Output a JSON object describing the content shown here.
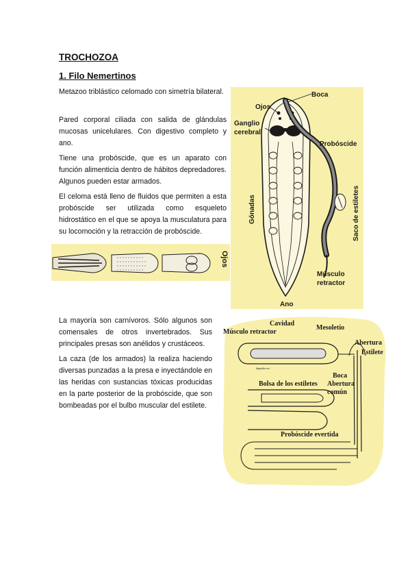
{
  "title": "TROCHOZOA",
  "section": "1. Filo Nemertinos",
  "paragraphs": [
    "Metazoo triblástico celomado con simetría bilateral.",
    "Pared corporal ciliada con salida de glándulas mucosas unicelulares. Con digestivo completo y ano.",
    "Tiene una probóscide, que es un aparato con función alimenticia dentro de hábitos depredadores. Algunos pueden estar armados.",
    "El celoma está lleno de fluidos que permiten a esta probóscide ser utilizada como esqueleto hidrostático en el que se apoya la musculatura para su locomoción y la retracción de probóscide.",
    "La mayoría son carnívoros. Sólo algunos son comensales de otros invertebrados. Sus principales presas son anélidos y crustáceos.",
    "La caza (de los armados) la realiza haciendo diversas punzadas a la presa e inyectándole en las heridas con sustancias tóxicas producidas en la parte posterior de la probóscide, que son bombeadas por el bulbo muscular del estilete."
  ],
  "figure_body": {
    "labels": {
      "boca": "Boca",
      "ojos": "Ojos",
      "ganglio": "Ganglio cerebral",
      "proboscide": "Probóscide",
      "gonadas": "Gónadas",
      "saco": "Saco de estiletes",
      "musculo": "Músculo retractor",
      "ano": "Ano"
    }
  },
  "figure_heads": {
    "label": "Ojos"
  },
  "figure_proboscis": {
    "labels": {
      "cavidad": "Cavidad",
      "musculo": "Músculo retractor",
      "mesoletio": "Mesoletio",
      "abertura": "Abertura",
      "estilete": "Estilete",
      "boca": "Boca",
      "bolsa": "Bolsa de los estiletes",
      "abertura_comun": "Abertura común",
      "evertida": "Probóscide evertida",
      "small": "dignador ers"
    }
  },
  "colors": {
    "figure_bg": "#f8f0aa",
    "ink": "#1a1a1a"
  }
}
